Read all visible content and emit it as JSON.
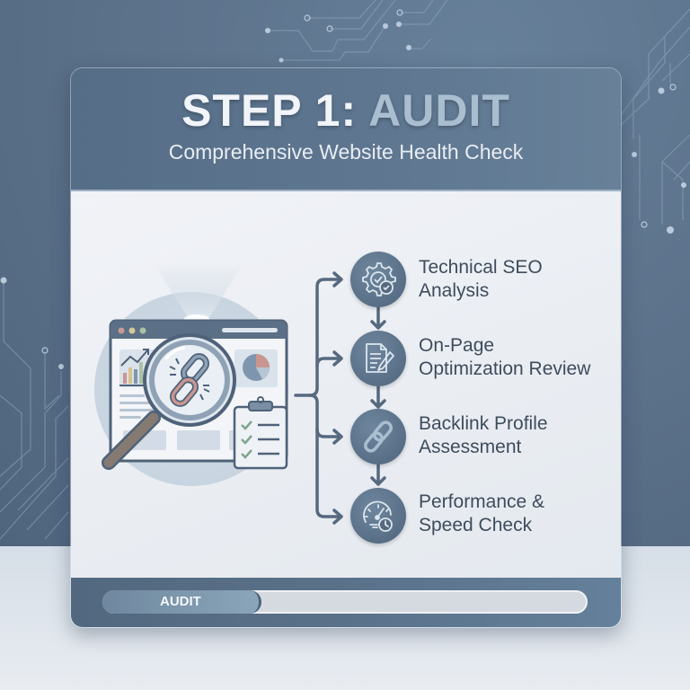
{
  "header": {
    "title_prefix": "STEP 1:",
    "title_accent": "AUDIT",
    "subtitle": "Comprehensive Website Health Check"
  },
  "illustration": {
    "description": "browser window with magnifying glass over broken link, chart, pie chart and checklist clipboard",
    "icons": [
      "browser-window-icon",
      "magnifying-glass-icon",
      "broken-link-icon",
      "bar-chart-icon",
      "pie-chart-icon",
      "checklist-clipboard-icon"
    ]
  },
  "steps": [
    {
      "line1": "Technical SEO",
      "line2": "Analysis",
      "icon": "gear-check-icon"
    },
    {
      "line1": "On-Page",
      "line2": "Optimization Review",
      "icon": "document-pencil-icon"
    },
    {
      "line1": "Backlink Profile",
      "line2": "Assessment",
      "icon": "chain-link-icon"
    },
    {
      "line1": "Performance &",
      "line2": "Speed Check",
      "icon": "speedometer-clock-icon"
    }
  ],
  "progress": {
    "label": "AUDIT",
    "percent": 33
  },
  "colors": {
    "primary": "#566d87",
    "accent": "#a9bfd0",
    "body": "#eef1f5",
    "text": "#3e4c5c"
  }
}
